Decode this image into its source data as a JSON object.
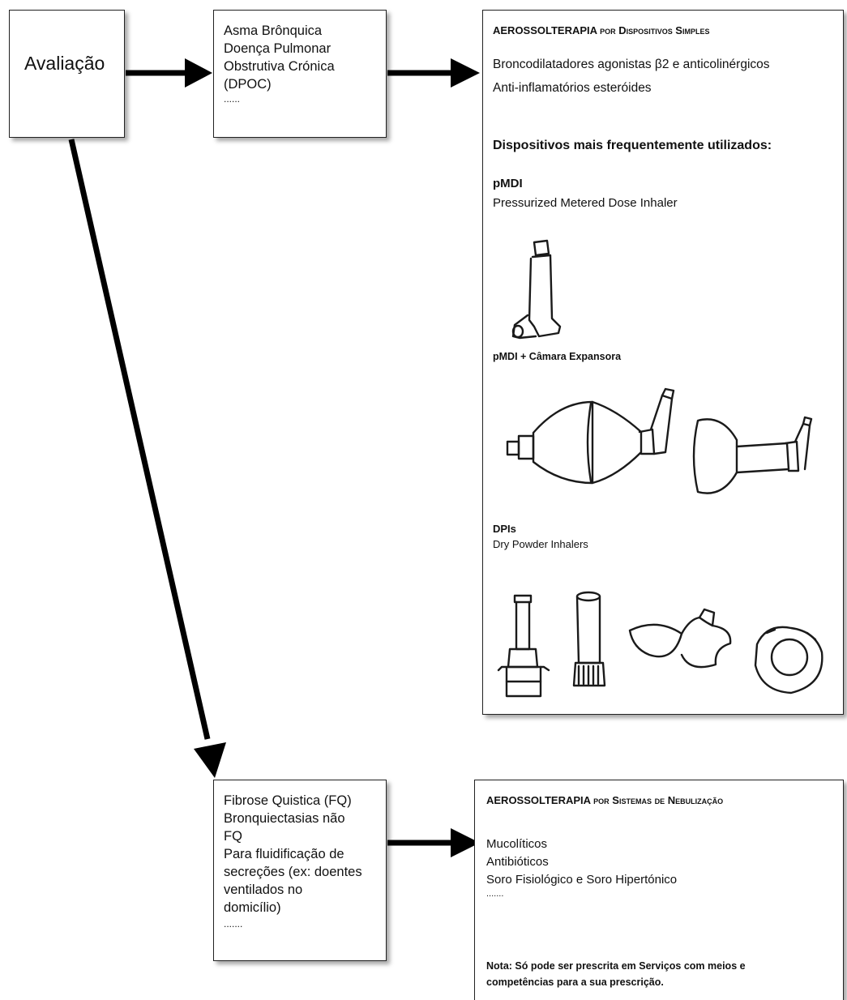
{
  "evaluation": {
    "label": "Avaliação"
  },
  "box_dpoc": {
    "lines": [
      "Asma Brônquica",
      "Doença Pulmonar",
      "Obstrutiva Crónica",
      "(DPOC)",
      "......"
    ]
  },
  "box_simple": {
    "title": "AEROSSOLTERAPIA por Dispositivos Simples",
    "drugs": [
      "Broncodilatadores agonistas β2 e anticolinérgicos",
      "Anti-inflamatórios esteróides"
    ],
    "devices_heading": "Dispositivos mais frequentemente utilizados:",
    "pmdi_title": "pMDI",
    "pmdi_desc": "Pressurized Metered Dose Inhaler",
    "pmdi_chamber_title": "pMDI + Câmara Expansora",
    "dpi_title": "DPIs",
    "dpi_desc": "Dry Powder Inhalers"
  },
  "box_fq": {
    "lines": [
      "Fibrose Quistica (FQ)",
      "Bronquiectasias não",
      "FQ",
      "Para fluidificação de",
      "secreções (ex: doentes",
      "ventilados no",
      "domicílio)",
      "......."
    ]
  },
  "box_nebul": {
    "title": "AEROSSOLTERAPIA por Sistemas de Nebulização",
    "drugs": [
      "Mucolíticos",
      "Antibióticos",
      "Soro Fisiológico e Soro Hipertónico",
      "......."
    ],
    "note": [
      "Nota: Só pode ser prescrita em Serviços com meios e",
      "competências para a sua prescrição."
    ]
  },
  "icons": [
    "pmdi-inhaler-icon",
    "spacer-chamber-icon",
    "valved-holding-chamber-icon",
    "dpi-inhaler-icon",
    "turbuhaler-icon",
    "aerolizer-icon",
    "diskus-icon"
  ]
}
